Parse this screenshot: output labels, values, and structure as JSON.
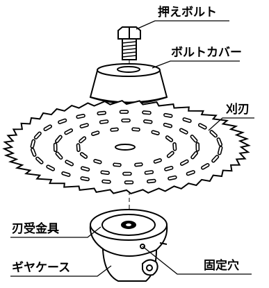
{
  "labels": {
    "press_bolt": "押えボルト",
    "bolt_cover": "ボルトカバー",
    "blade": "刈刃",
    "blade_holder": "刃受金具",
    "gear_case": "ギヤケース",
    "fixing_hole": "固定穴"
  },
  "colors": {
    "line": "#000000",
    "paper": "#ffffff"
  }
}
